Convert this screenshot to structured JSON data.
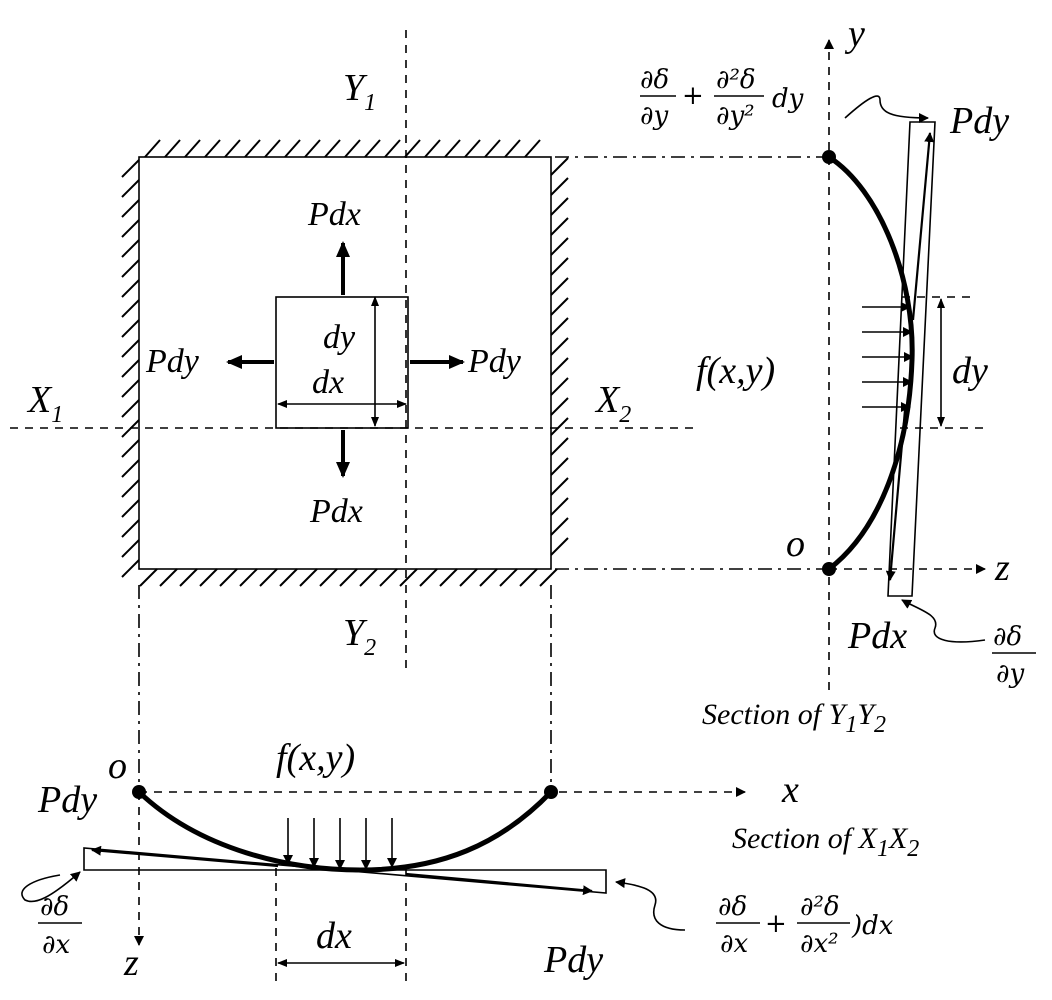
{
  "labels": {
    "y_axis": "y",
    "z_axis": "z",
    "x_axis": "x",
    "z_axis_bottom": "z",
    "y1": "Y",
    "y1_sub": "1",
    "y2": "Y",
    "y2_sub": "2",
    "x1": "X",
    "x1_sub": "1",
    "x2": "X",
    "x2_sub": "2",
    "pdx_top": "Pdx",
    "pdx_bottom": "Pdx",
    "pdy_left": "Pdy",
    "pdy_right": "Pdy",
    "dy_element": "dy",
    "dx_element": "dx",
    "f_xy_right": "f(x,y)",
    "dy_right": "dy",
    "pdy_top_right": "Pdy",
    "pdx_bottom_right": "Pdx",
    "origin_right": "o",
    "origin_bottom": "o",
    "f_xy_bottom": "f(x,y)",
    "pdy_bottom_left": "Pdy",
    "pdy_bottom_right": "Pdy",
    "dx_bottom": "dx",
    "section_y_prefix": "Section of ",
    "section_x_prefix": "Section of ",
    "d_delta": "∂δ",
    "dy_denom": "∂y",
    "dx_denom": "∂x",
    "d2_delta": "∂²δ",
    "dy2_denom": "∂y²",
    "dx2_denom": "∂x²",
    "plus": "+",
    "dy_suffix": "dy",
    "dx_suffix": ")dx"
  }
}
